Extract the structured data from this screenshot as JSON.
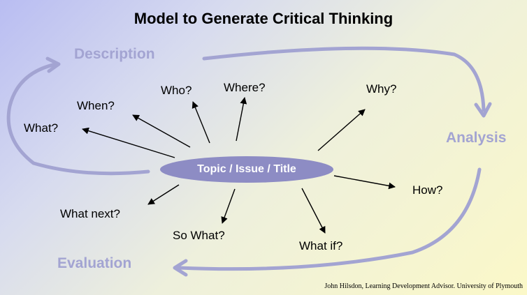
{
  "title": "Model to Generate Critical Thinking",
  "phases": {
    "description": "Description",
    "analysis": "Analysis",
    "evaluation": "Evaluation"
  },
  "center": "Topic / Issue / Title",
  "questions": {
    "who": "Who?",
    "where": "Where?",
    "when": "When?",
    "what": "What?",
    "why": "Why?",
    "how": "How?",
    "what_next": "What next?",
    "so_what": "So What?",
    "what_if": "What if?"
  },
  "credit": "John Hilsdon, Learning Development Advisor.  University of Plymouth",
  "colors": {
    "cycle_arrow": "#a3a4d2",
    "topic_fill": "#8d8cc4",
    "background_top_left": "#b9bdf2",
    "background_bottom_right": "#fbf8c8"
  }
}
